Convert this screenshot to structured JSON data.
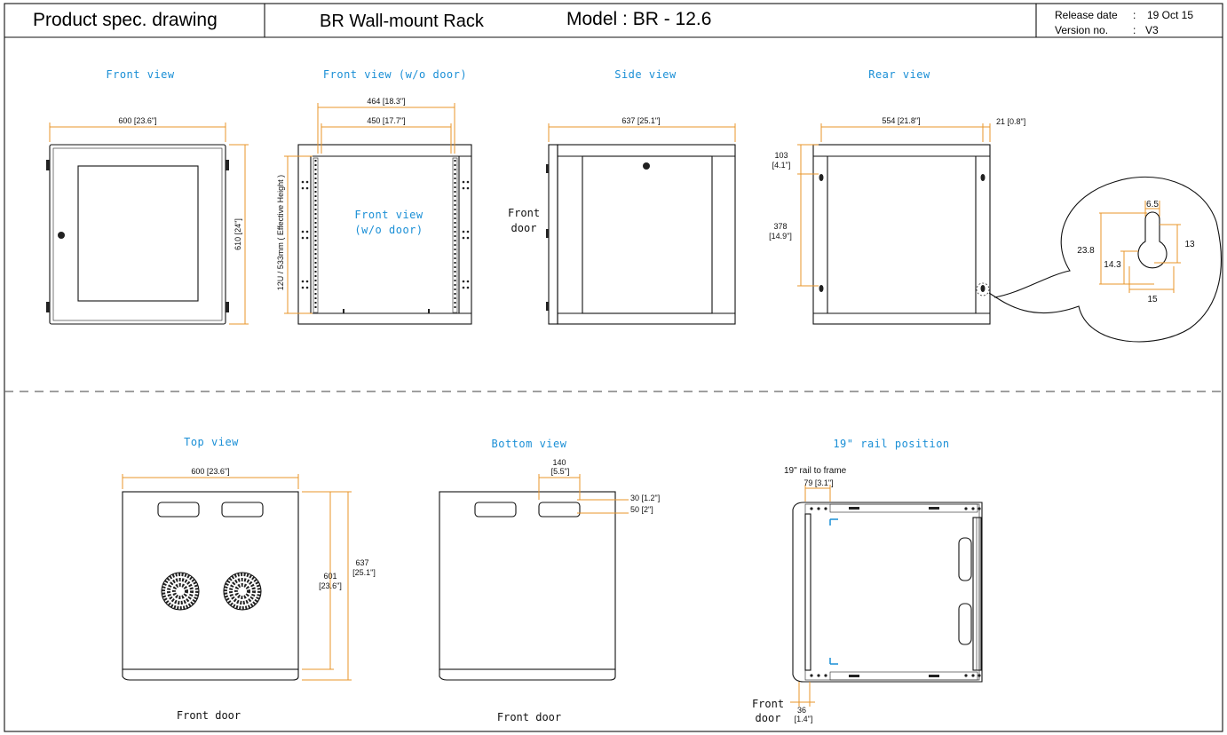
{
  "header": {
    "doc_type": "Product spec. drawing",
    "product": "BR Wall-mount Rack",
    "model": "Model : BR - 12.6",
    "release_label": "Release date",
    "release_sep": ":",
    "release_value": "19 Oct 15",
    "version_label": "Version no.",
    "version_sep": ":",
    "version_value": "V3"
  },
  "views": {
    "front": "Front view",
    "front_nodoor": "Front view (w/o door)",
    "side": "Side view",
    "rear": "Rear view",
    "top": "Top view",
    "bottom": "Bottom view",
    "rail": "19\" rail position"
  },
  "labels": {
    "front_nodoor_inner_1": "Front view",
    "front_nodoor_inner_2": "(w/o door)",
    "side_front_1": "Front",
    "side_front_2": "door",
    "top_front_door": "Front door",
    "bottom_front_door": "Front door",
    "rail_front_1": "Front",
    "rail_front_2": "door",
    "rail_to_frame": "19\" rail to frame"
  },
  "dimensions": {
    "front_width": "600 [23.6\"]",
    "front_height": "610 [24\"]",
    "nodoor_outer": "464 [18.3\"]",
    "nodoor_inner": "450 [17.7\"]",
    "nodoor_effective": "12U / 533mm ( Effective Height )",
    "side_depth": "637 [25.1\"]",
    "rear_width": "554 [21.8\"]",
    "rear_offset": "21 [0.8\"]",
    "rear_top_1": "103",
    "rear_top_2": "[4.1\"]",
    "rear_mid_1": "378",
    "rear_mid_2": "[14.9\"]",
    "key_65": "6.5",
    "key_238": "23.8",
    "key_13": "13",
    "key_143": "14.3",
    "key_15": "15",
    "top_width": "600 [23.6\"]",
    "top_inner_1": "601",
    "top_inner_2": "[23.6\"]",
    "top_outer_1": "637",
    "top_outer_2": "[25.1\"]",
    "bottom_140_1": "140",
    "bottom_140_2": "[5.5\"]",
    "bottom_30": "30 [1.2\"]",
    "bottom_50": "50 [2\"]",
    "rail_79": "79 [3.1\"]",
    "rail_36_1": "36",
    "rail_36_2": "[1.4\"]"
  },
  "colors": {
    "dimension_line": "#e8952a",
    "view_title": "#1a8fd6",
    "outline": "#111111"
  }
}
